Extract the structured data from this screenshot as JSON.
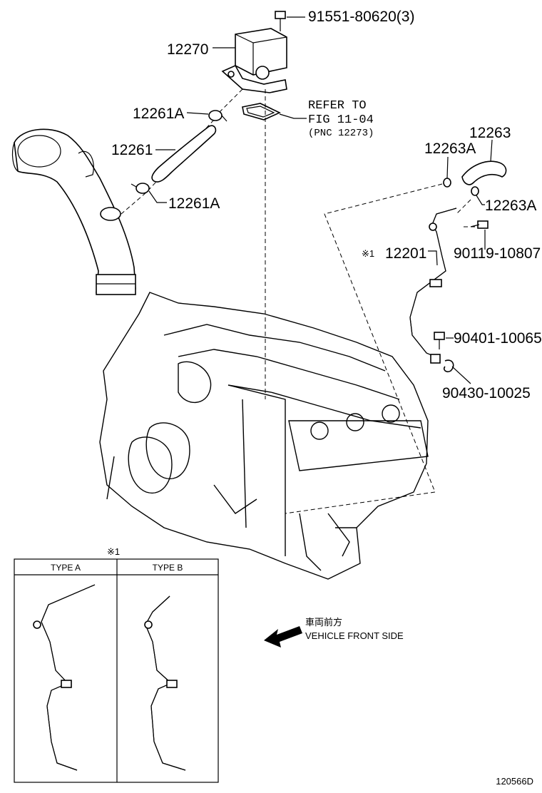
{
  "callouts": {
    "bolt_top": "91551-80620(3)",
    "cover": "12270",
    "clamp_upper": "12261A",
    "hose": "12261",
    "clamp_lower": "12261A",
    "refer_1": "REFER TO",
    "refer_2": "FIG 11-04",
    "refer_3": "(PNC 12273)",
    "hose_right": "12263",
    "clamp_right_a": "12263A",
    "clamp_right_b": "12263A",
    "pipe_mark": "※1",
    "pipe": "12201",
    "bolt_1": "90119-10807",
    "bolt_2": "90401-10065",
    "clamp_3": "90430-10025"
  },
  "types_box": {
    "mark": "※1",
    "type_a": "TYPE A",
    "type_b": "TYPE B"
  },
  "direction": {
    "jp": "車両前方",
    "en": "VEHICLE FRONT SIDE"
  },
  "figure_id": "120566D"
}
